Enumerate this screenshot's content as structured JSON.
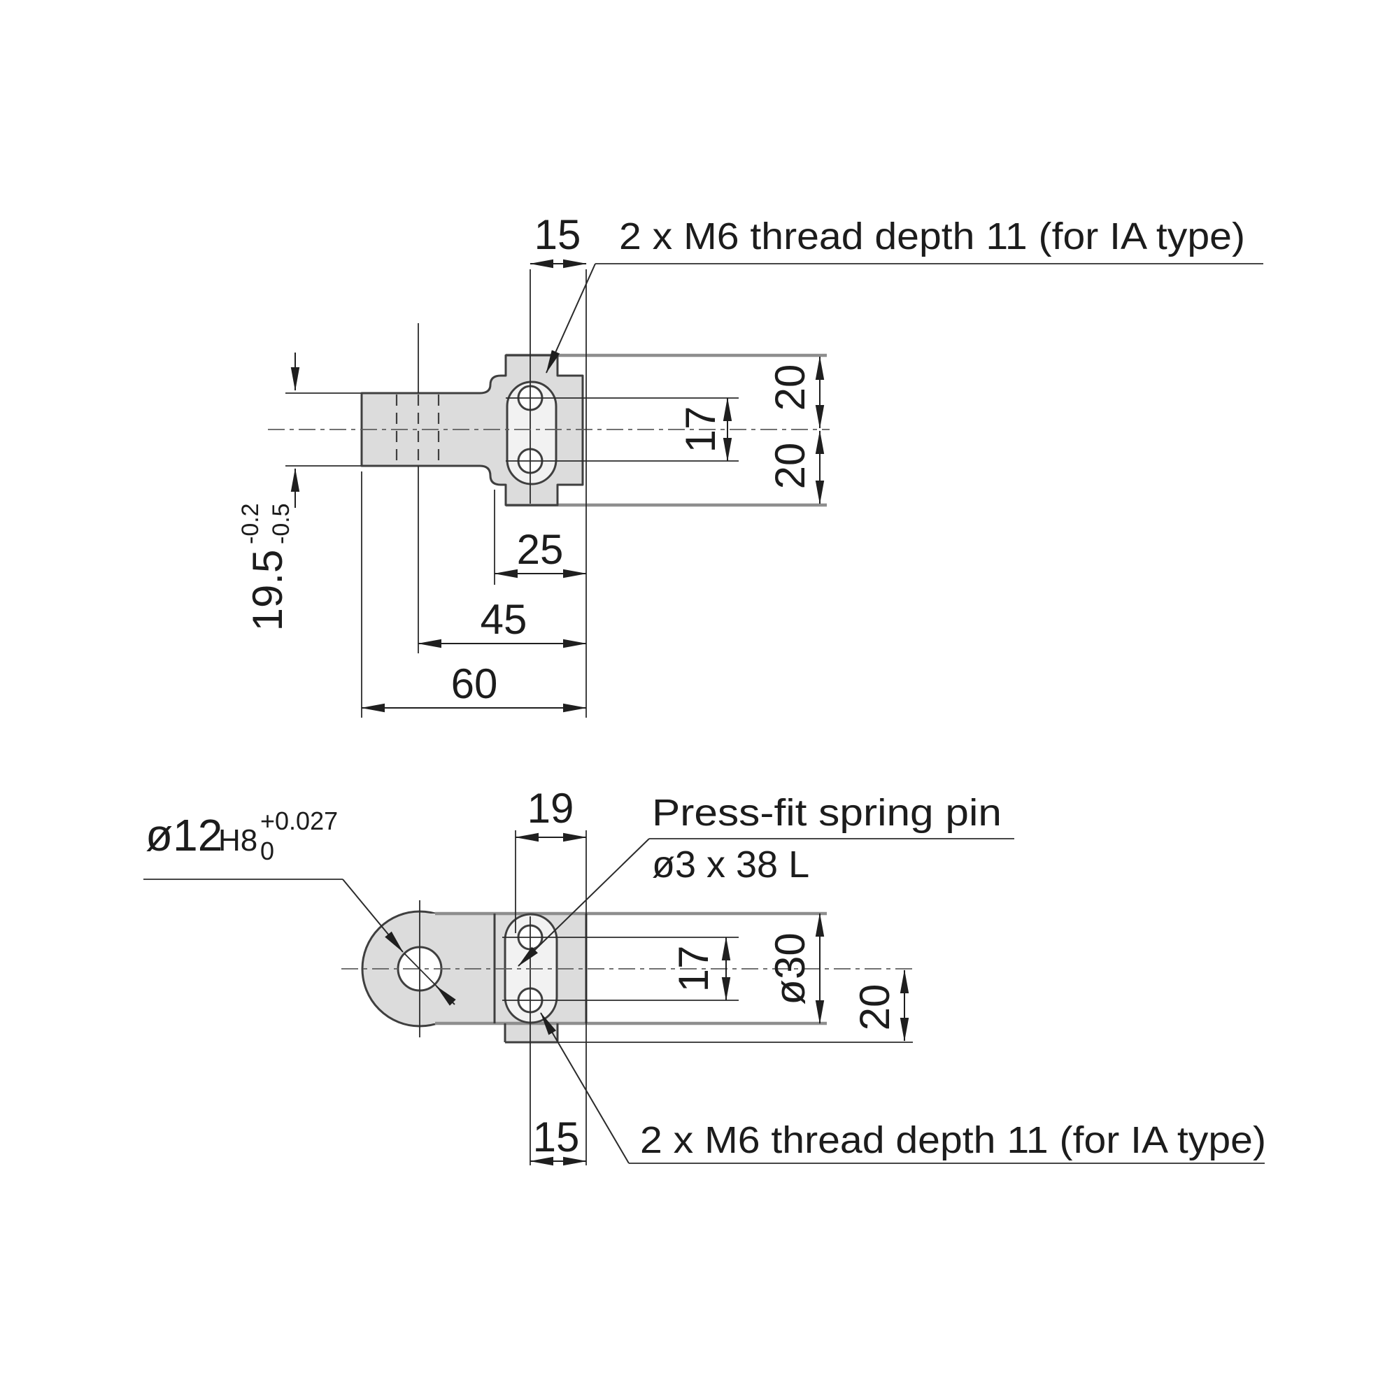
{
  "drawing": {
    "type": "engineering-dimension-drawing",
    "background": "#ffffff",
    "part_fill": "#dcdcdc",
    "line_color": "#2b2b2b",
    "top_view": {
      "dim15": "15",
      "note_m6": "2 x M6 thread depth 11 (for IA type)",
      "rod_height": "19.5",
      "rod_tol_upper": "-0.2",
      "rod_tol_lower": "-0.5",
      "dim25": "25",
      "dim45": "45",
      "dim60": "60",
      "dim17": "17",
      "dim20_upper": "20",
      "dim20_lower": "20"
    },
    "bottom_view": {
      "bore_dia": "ø12",
      "bore_fit": "H8",
      "bore_tol_upper": "+0.027",
      "bore_tol_lower": "0",
      "dim19": "19",
      "pin_note_line1": "Press-fit spring pin",
      "pin_note_line2": "ø3 x 38 L",
      "dim17": "17",
      "boss_dia": "ø30",
      "dim20": "20",
      "dim15": "15",
      "note_m6": "2 x M6 thread depth 11 (for IA type)"
    }
  }
}
